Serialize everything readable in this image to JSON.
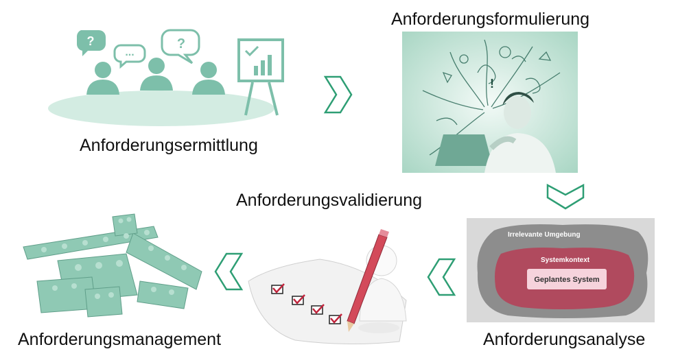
{
  "stages": {
    "ermittlung": "Anforderungsermittlung",
    "formulierung": "Anforderungsformulierung",
    "analyse": "Anforderungsanalyse",
    "validierung": "Anforderungsvalidierung",
    "management": "Anforderungsmanagement"
  },
  "context_diagram": {
    "outer_label": "Irrelevante Umgebung",
    "middle_label": "Systemkontext",
    "inner_label": "Geplantes System"
  },
  "meeting_icons": {
    "bubble_1": "?",
    "bubble_2": "...",
    "bubble_3": "?"
  },
  "colors": {
    "teal": "#7dbfaa",
    "teal_light": "#d3ece2",
    "arrow": "#2e9e74",
    "context_outer": "#8d8d8d",
    "context_mid": "#b04a5e",
    "context_inner": "#f6d3dc"
  }
}
